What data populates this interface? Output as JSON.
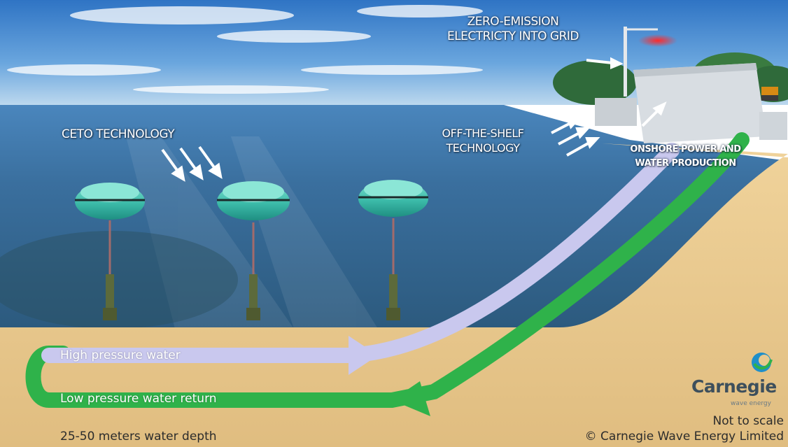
{
  "labels": {
    "zero_emission": [
      "ZERO-EMISSION",
      "ELECTRICTY INTO GRID"
    ],
    "ceto": "CETO TECHNOLOGY",
    "off_shelf": [
      "OFF-THE-SHELF",
      "TECHNOLOGY"
    ],
    "onshore": [
      "ONSHORE POWER AND",
      "WATER PRODUCTION"
    ]
  },
  "flows": {
    "high": "High pressure water",
    "low": "Low pressure water return"
  },
  "footer": {
    "depth": "25-50 meters water depth",
    "scale": "Not to scale",
    "copyright": "© Carnegie Wave Energy Limited"
  },
  "logo": {
    "name": "Carnegie",
    "tagline": "wave energy"
  },
  "colors": {
    "sky": "#4d8fcf",
    "sea": "#3f7fb0",
    "sand": "#e8c98f",
    "high_pressure_pipe": "#c9c8ee",
    "low_pressure_pipe": "#2fb24a"
  }
}
